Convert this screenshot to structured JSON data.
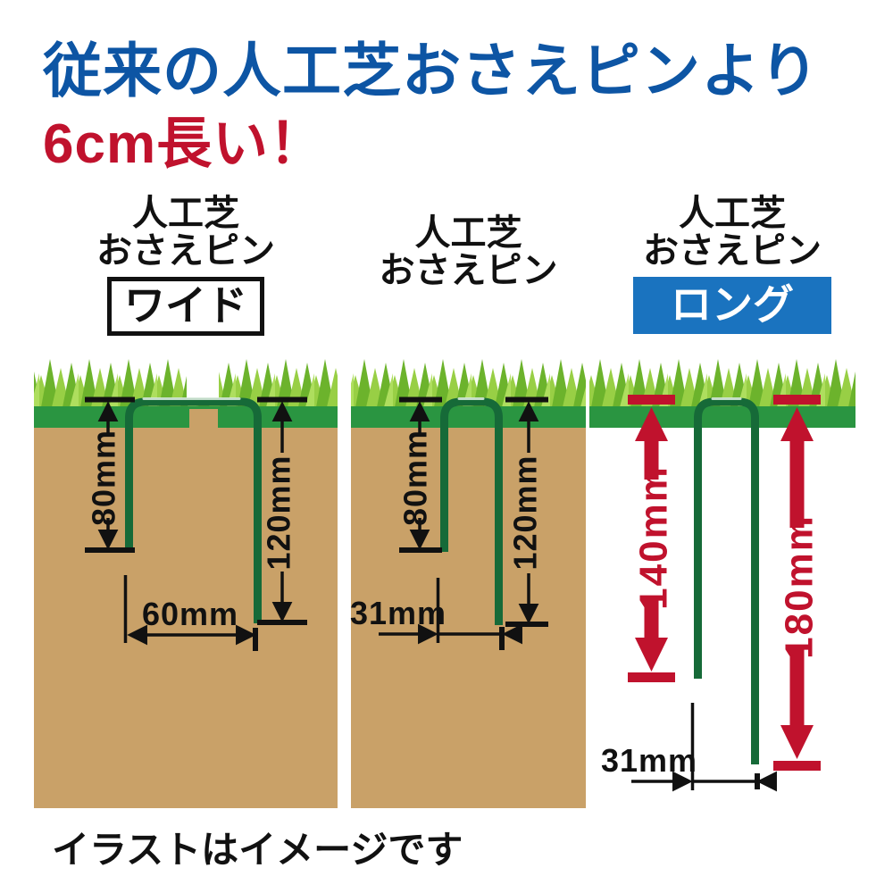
{
  "title": {
    "line1": "従来の人工芝おさえピンより",
    "line2": "6cm長い！"
  },
  "caption": "イラストはイメージです",
  "columns": [
    {
      "label_line1": "人工芝",
      "label_line2": "おさえピン",
      "badge": "ワイド",
      "dims": {
        "short_leg": "80mm",
        "long_leg": "120mm",
        "width": "60mm"
      }
    },
    {
      "label_line1": "人工芝",
      "label_line2": "おさえピン",
      "dims": {
        "short_leg": "80mm",
        "long_leg": "120mm",
        "width": "31mm"
      }
    },
    {
      "label_line1": "人工芝",
      "label_line2": "おさえピン",
      "badge": "ロング",
      "dims": {
        "short_leg": "140mm",
        "long_leg": "180mm",
        "width": "31mm"
      }
    }
  ],
  "colors": {
    "headline_blue": "#0d55a4",
    "accent_red": "#c0122d",
    "badge_blue": "#1a73bf",
    "turf_green": "#2a9541",
    "blade_green_dark": "#6cb32c",
    "blade_green_light": "#98cf45",
    "soil_tan": "#c9a168",
    "pin_green": "#166a38"
  }
}
